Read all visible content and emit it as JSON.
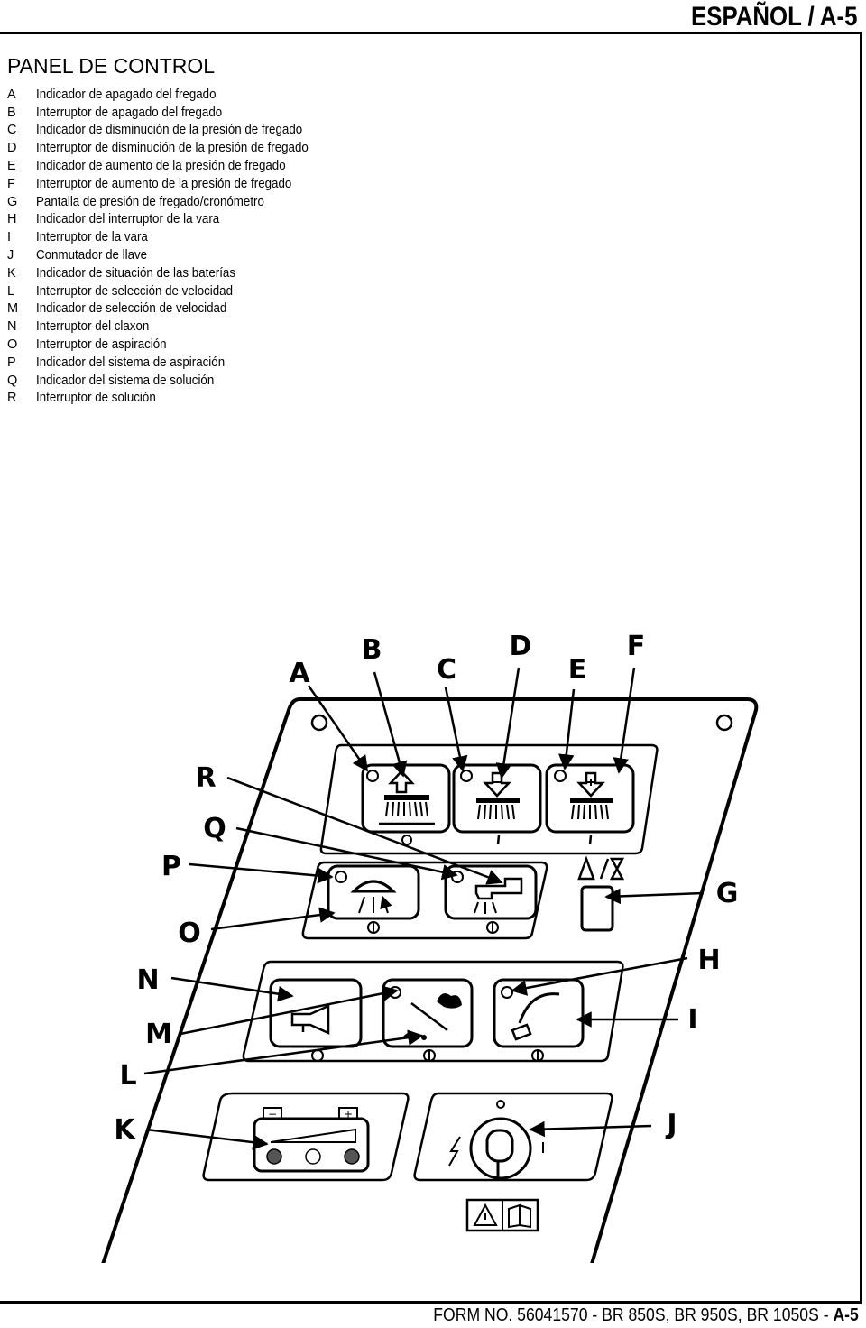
{
  "header": {
    "title": "ESPAÑOL / A-5"
  },
  "section_title": "PANEL DE CONTROL",
  "legend": [
    {
      "key": "A",
      "text": "Indicador de apagado del fregado"
    },
    {
      "key": "B",
      "text": "Interruptor de apagado del fregado"
    },
    {
      "key": "C",
      "text": "Indicador de disminución de la presión de fregado"
    },
    {
      "key": "D",
      "text": "Interruptor de disminución de la presión de fregado"
    },
    {
      "key": "E",
      "text": "Indicador de aumento de la presión de fregado"
    },
    {
      "key": "F",
      "text": "Interruptor de aumento de la presión de fregado"
    },
    {
      "key": "G",
      "text": "Pantalla de presión de fregado/cronómetro"
    },
    {
      "key": "H",
      "text": "Indicador del interruptor de la vara"
    },
    {
      "key": "I",
      "text": "Interruptor de la vara"
    },
    {
      "key": "J",
      "text": "Conmutador de llave"
    },
    {
      "key": "K",
      "text": "Indicador de situación de las baterías"
    },
    {
      "key": "L",
      "text": "Interruptor de selección de velocidad"
    },
    {
      "key": "M",
      "text": "Indicador de selección de velocidad"
    },
    {
      "key": "N",
      "text": "Interruptor del claxon"
    },
    {
      "key": "O",
      "text": "Interruptor de aspiración"
    },
    {
      "key": "P",
      "text": "Indicador del sistema de aspiración"
    },
    {
      "key": "Q",
      "text": "Indicador del sistema de solución"
    },
    {
      "key": "R",
      "text": "Interruptor de solución"
    }
  ],
  "diagram": {
    "callouts": [
      "A",
      "B",
      "C",
      "D",
      "E",
      "F",
      "G",
      "H",
      "I",
      "J",
      "K",
      "L",
      "M",
      "N",
      "O",
      "P",
      "Q",
      "R"
    ],
    "icons": [
      "scrub-off-icon",
      "scrub-decrease-icon",
      "scrub-increase-icon",
      "vacuum-icon",
      "solution-icon",
      "warning-timer-icon",
      "horn-icon",
      "speed-select-icon",
      "wand-icon",
      "battery-icon",
      "key-switch-icon",
      "lightning-icon",
      "warning-manual-icon"
    ]
  },
  "footer": {
    "text": "FORM NO. 56041570 - BR 850S, BR 950S, BR 1050S - ",
    "page": "A-5"
  }
}
